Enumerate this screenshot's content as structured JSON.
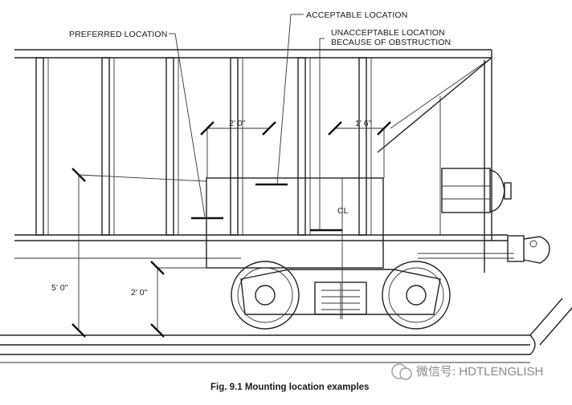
{
  "labels": {
    "acceptable": "ACCEPTABLE LOCATION",
    "preferred": "PREFERRED LOCATION",
    "unacceptable_line1": "UNACCEPTABLE LOCATION",
    "unacceptable_line2": "BECAUSE OF OBSTRUCTION"
  },
  "dimensions": {
    "spacing_a": "2' 0\"",
    "spacing_b": "1' 6\"",
    "height_high": "5' 0\"",
    "height_low": "2' 0\"",
    "centerline": "CL"
  },
  "caption": "Fig. 9.1  Mounting location examples",
  "watermark": "微信号: HDTLENGLISH"
}
